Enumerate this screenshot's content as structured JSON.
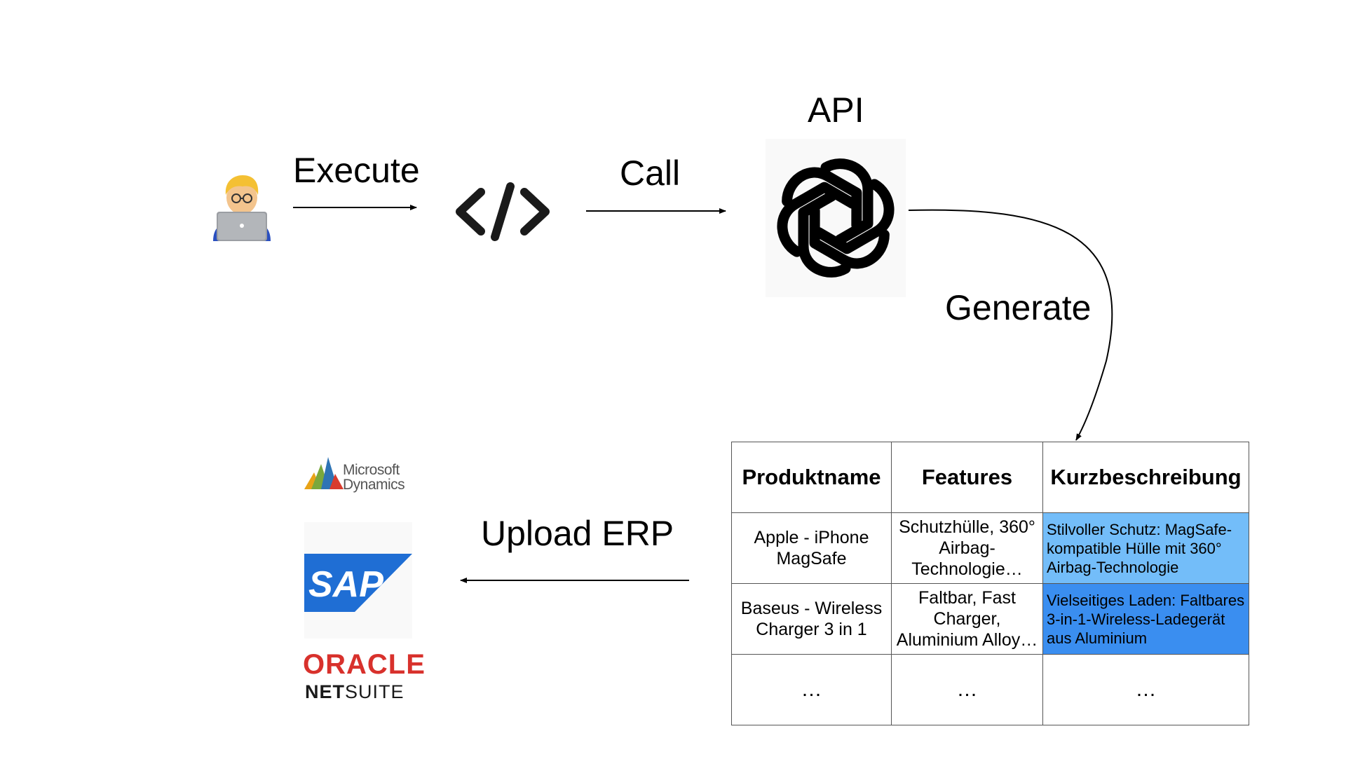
{
  "flow": {
    "execute_label": "Execute",
    "call_label": "Call",
    "api_label": "API",
    "generate_label": "Generate",
    "upload_label": "Upload ERP"
  },
  "icons": {
    "developer": "developer-emoji-icon",
    "code": "code-brackets-icon",
    "api": "openai-logo-icon"
  },
  "table": {
    "headers": [
      "Produktname",
      "Features",
      "Kurzbeschreibung"
    ],
    "rows": [
      {
        "name_line1": "Apple - iPhone",
        "name_line2": "MagSafe",
        "features_line1": "Schutzhülle, 360°",
        "features_line2": "Airbag-",
        "features_line3": "Technologie…",
        "desc_line1": "Stilvoller Schutz: MagSafe-",
        "desc_line2": "kompatible Hülle mit 360°",
        "desc_line3": "Airbag-Technologie"
      },
      {
        "name_line1": "Baseus - Wireless",
        "name_line2": "Charger 3 in 1",
        "features_line1": "Faltbar, Fast",
        "features_line2": "Charger,",
        "features_line3": "Aluminium Alloy…",
        "desc_line1": "Vielseitiges Laden: Faltbares",
        "desc_line2": "3-in-1-Wireless-Ladegerät",
        "desc_line3": "aus Aluminium"
      },
      {
        "name": "…",
        "features": "…",
        "desc": "…"
      }
    ],
    "highlight_colors": [
      "#73bdf9",
      "#3a8ef0"
    ]
  },
  "erp_logos": {
    "microsoft_line1": "Microsoft",
    "microsoft_line2": "Dynamics",
    "sap": "SAP",
    "oracle": "ORACLE",
    "netsuite_bold": "NET",
    "netsuite_rest": "SUITE"
  },
  "colors": {
    "sap_blue": "#1f6ed4",
    "oracle_red": "#d8312c"
  }
}
